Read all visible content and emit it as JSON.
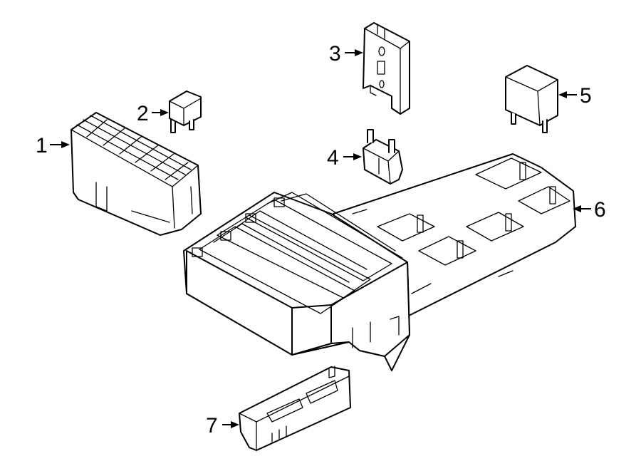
{
  "callouts": [
    {
      "id": 1,
      "label": "1"
    },
    {
      "id": 2,
      "label": "2"
    },
    {
      "id": 3,
      "label": "3"
    },
    {
      "id": 4,
      "label": "4"
    },
    {
      "id": 5,
      "label": "5"
    },
    {
      "id": 6,
      "label": "6"
    },
    {
      "id": 7,
      "label": "7"
    }
  ],
  "colors": {
    "line": "#000000",
    "background": "#ffffff"
  }
}
